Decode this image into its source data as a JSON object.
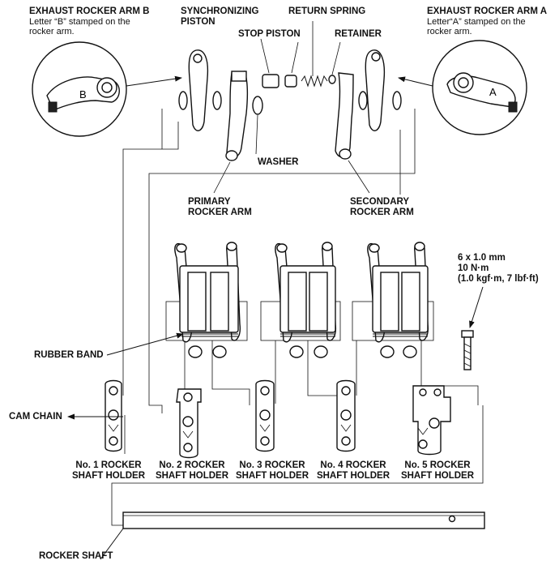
{
  "labels": {
    "exhaust_b_title": "EXHAUST ROCKER ARM B",
    "exhaust_b_note_1": "Letter “B” stamped on the",
    "exhaust_b_note_2": "rocker arm.",
    "exhaust_a_title": "EXHAUST ROCKER ARM A",
    "exhaust_a_note_1": "Letter“A” stamped on the",
    "exhaust_a_note_2": "rocker arm.",
    "sync_piston_1": "SYNCHRONIZING",
    "sync_piston_2": "PISTON",
    "return_spring": "RETURN SPRING",
    "stop_piston": "STOP PISTON",
    "retainer": "RETAINER",
    "washer": "WASHER",
    "primary_1": "PRIMARY",
    "primary_2": "ROCKER ARM",
    "secondary_1": "SECONDARY",
    "secondary_2": "ROCKER ARM",
    "bolt_1": "6 x 1.0 mm",
    "bolt_2": "10 N·m",
    "bolt_3": "(1.0 kgf·m, 7 lbf·ft)",
    "rubber_band": "RUBBER BAND",
    "cam_chain": "CAM CHAIN",
    "holder_line_2": "SHAFT HOLDER",
    "holder_1": "No. 1 ROCKER",
    "holder_2": "No. 2 ROCKER",
    "holder_3": "No. 3 ROCKER",
    "holder_4": "No. 4 ROCKER",
    "holder_5": "No. 5 ROCKER",
    "rocker_shaft": "ROCKER SHAFT"
  },
  "stamps": {
    "arm_b": "B",
    "arm_a": "A"
  }
}
